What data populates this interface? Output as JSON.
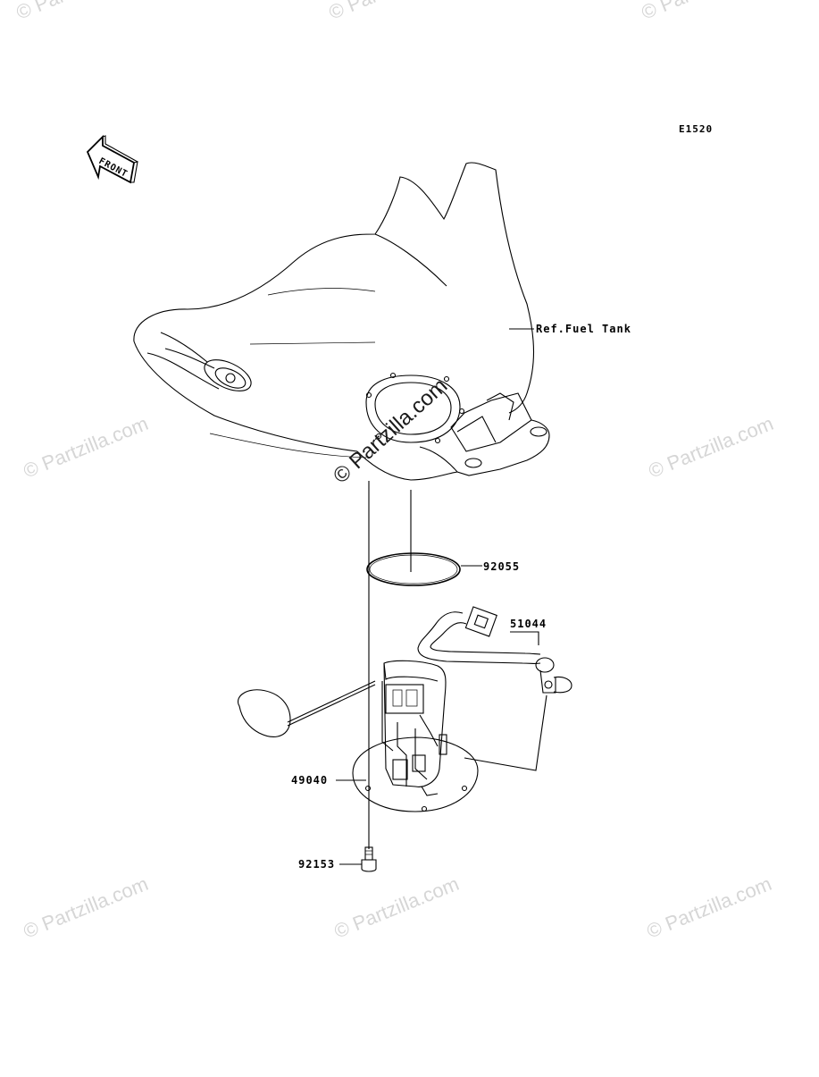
{
  "diagram": {
    "code": "E1520",
    "front_label": "FRONT",
    "parts": [
      {
        "id": "ref-fuel-tank",
        "label": "Ref.Fuel Tank"
      },
      {
        "id": "92055",
        "label": "92055"
      },
      {
        "id": "51044",
        "label": "51044"
      },
      {
        "id": "49040",
        "label": "49040"
      },
      {
        "id": "92153",
        "label": "92153"
      }
    ]
  },
  "watermark": {
    "text": "© Partzilla.com",
    "center_text": "© Partzilla.com"
  }
}
